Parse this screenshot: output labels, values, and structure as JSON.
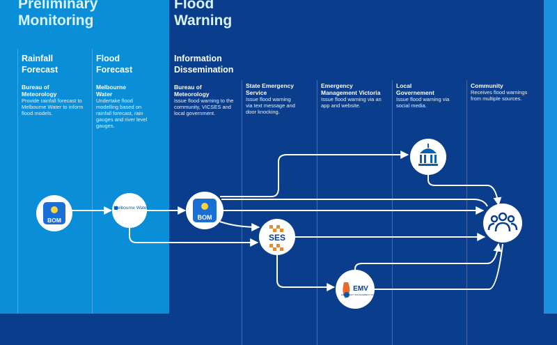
{
  "phases": {
    "monitoring": "Preliminary Monitoring",
    "warning": "Flood Warning"
  },
  "stages": [
    {
      "title": "Rainfall Forecast",
      "agency": "Bureau of Meteorology",
      "desc": "Provide rainfall forecast to Melbourne Water to inform flood models."
    },
    {
      "title": "Flood Forecast",
      "agency": "Melbourne Water",
      "desc": "Undertake flood modelling based on rainfall forecast, rain gauges and river level gauges."
    },
    {
      "title": "Information Dissemination",
      "agency": "Bureau of Meteorology",
      "desc": "Issue flood warning to the community, VICSES and local government."
    },
    {
      "title": "",
      "agency": "State Emergency Service",
      "desc": "Issue flood warning via text message and door knocking."
    },
    {
      "title": "",
      "agency": "Emergency Management Victoria",
      "desc": "Issue flood warning via an app and website."
    },
    {
      "title": "",
      "agency": "Local Governement",
      "desc": "Issue flood warning via social media."
    },
    {
      "title": "",
      "agency": "Community",
      "desc": "Receives flood warnings from multiple sources."
    }
  ],
  "nodes": {
    "bom": "BOM",
    "melbourne_water": "Melbourne Water",
    "ses": "SES",
    "emv": "EMV",
    "emv_sub": "EMERGENCY MANAGEMENT VICTORIA"
  },
  "colors": {
    "light_blue": "#0a8ed8",
    "dark_blue": "#0a3d8c",
    "bom_blue": "#1a6fd6",
    "ses_orange": "#e98a2b"
  }
}
